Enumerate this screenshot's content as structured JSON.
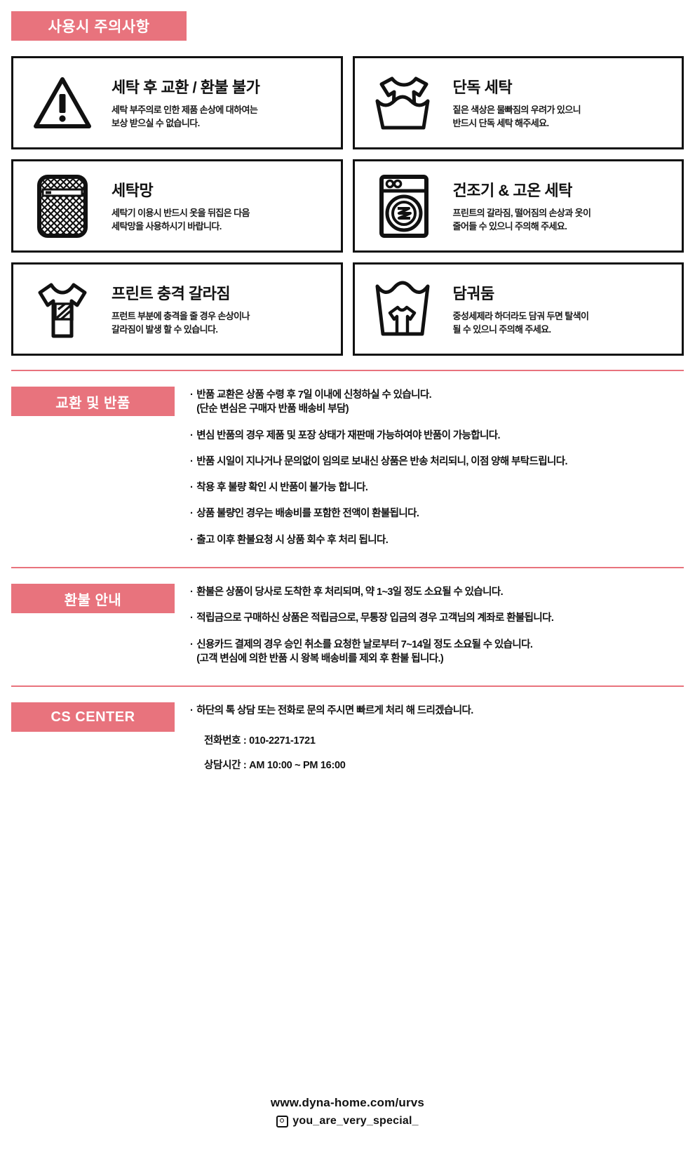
{
  "header": {
    "title": "사용시 주의사항"
  },
  "care": {
    "cards": [
      {
        "icon": "warning-triangle-icon",
        "title": "세탁 후 교환 / 환불 불가",
        "desc": "세탁 부주의로 인한 제품 손상에 대하여는\n보상 받으실 수 없습니다."
      },
      {
        "icon": "tshirt-in-basin-icon",
        "title": "단독 세탁",
        "desc": "짙은 색상은 물빠짐의 우려가 있으니\n반드시 단독 세탁 해주세요."
      },
      {
        "icon": "laundry-net-icon",
        "title": "세탁망",
        "desc": "세탁기 이용시 반드시 옷을 뒤집은 다음\n세탁망을 사용하시기 바랍니다."
      },
      {
        "icon": "washing-machine-icon",
        "title": "건조기 & 고온 세탁",
        "desc": "프린트의 갈라짐, 떨어짐의 손상과 옷이\n줄어들 수 있으니 주의해 주세요."
      },
      {
        "icon": "tshirt-cracked-print-icon",
        "title": "프린트 충격 갈라짐",
        "desc": "프런트 부분에 충격을 줄 경우 손상이나\n갈라짐이 발생 할 수 있습니다."
      },
      {
        "icon": "soaking-basin-icon",
        "title": "담궈둠",
        "desc": "중성세제라 하더라도 담궈 두면 탈색이\n될 수 있으니 주의해 주세요."
      }
    ]
  },
  "exchange": {
    "tag": "교환 및 반품",
    "bullets": [
      "반품 교환은 상품 수령 후 7일 이내에 신청하실 수 있습니다.\n(단순 변심은 구매자 반품 배송비 부담)",
      "변심 반품의 경우 제품 및 포장 상태가 재판매 가능하여야 반품이 가능합니다.",
      "반품 시일이 지나거나 문의없이 임의로 보내신 상품은 반송 처리되니, 이점 양해 부탁드립니다.",
      "착용 후 불량 확인 시 반품이 불가능 합니다.",
      "상품 불량인 경우는 배송비를 포함한 전액이 환불됩니다.",
      "출고 이후 환불요청 시 상품 회수 후 처리 됩니다."
    ]
  },
  "refund": {
    "tag": "환불 안내",
    "bullets": [
      "환불은 상품이 당사로 도착한 후 처리되며, 약 1~3일 정도 소요될 수 있습니다.",
      "적립금으로 구매하신 상품은 적립금으로, 무통장 입금의 경우 고객님의 계좌로 환불됩니다.",
      "신용카드 결제의 경우 승인 취소를 요청한 날로부터 7~14일 정도 소요될 수 있습니다.\n(고객 변심에 의한 반품 시 왕복 배송비를 제외 후 환불 됩니다.)"
    ]
  },
  "cs": {
    "tag": "CS CENTER",
    "bullets": [
      "하단의 톡 상담 또는 전화로 문의 주시면 빠르게 처리 해 드리겠습니다."
    ],
    "lines": [
      "전화번호 : 010-2271-1721",
      "상담시간 : AM 10:00 ~ PM 16:00"
    ]
  },
  "footer": {
    "url": "www.dyna-home.com/urvs",
    "social": "you_are_very_special_"
  },
  "colors": {
    "accent": "#e8737d",
    "ink": "#111111"
  }
}
